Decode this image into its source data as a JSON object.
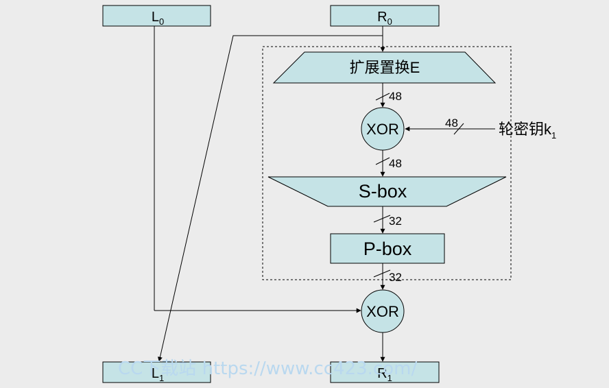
{
  "inputs": {
    "left": {
      "base": "L",
      "sub": "0"
    },
    "right": {
      "base": "R",
      "sub": "0"
    }
  },
  "outputs": {
    "left": {
      "base": "L",
      "sub": "1"
    },
    "right": {
      "base": "R",
      "sub": "1"
    }
  },
  "round_function": {
    "expansion": "扩展置换E",
    "xor": "XOR",
    "sbox": "S-box",
    "pbox": "P-box"
  },
  "round_key": {
    "base": "轮密钥k",
    "sub": "1"
  },
  "final_xor": "XOR",
  "bit_widths": {
    "after_expansion": "48",
    "key": "48",
    "after_xor": "48",
    "after_sbox": "32",
    "after_pbox": "32"
  },
  "watermark": "CC下载站 https://www.cc423.com/",
  "colors": {
    "box_fill": "#c5e3e6",
    "background": "#ececec"
  }
}
